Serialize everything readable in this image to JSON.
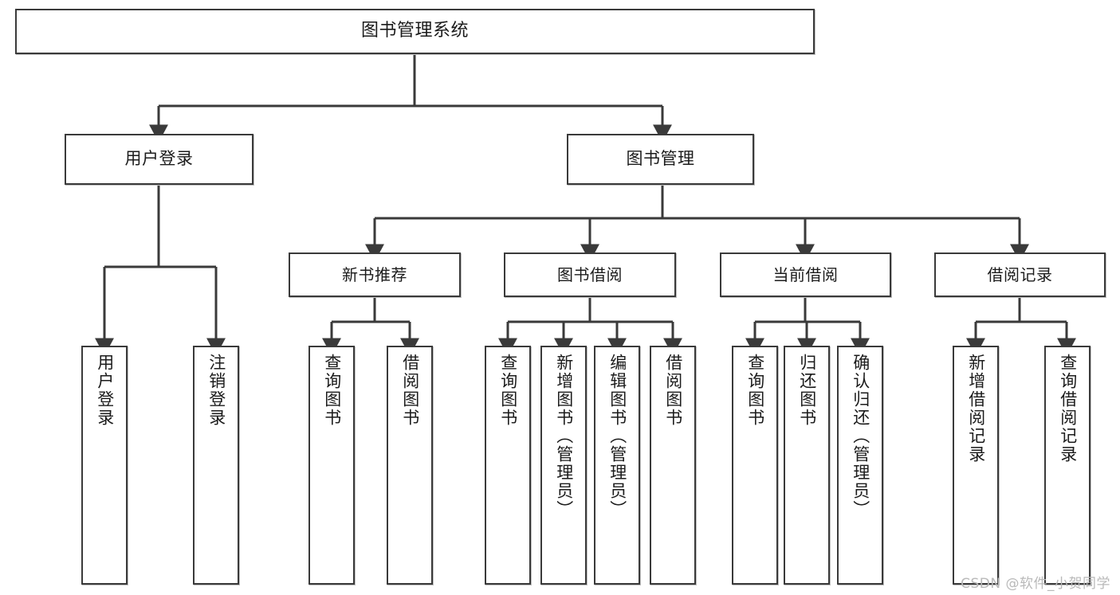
{
  "diagram": {
    "title": "图书管理系统",
    "watermark": "CSDN @软件_小贺同学",
    "stroke_color": "#3a3a3a",
    "background_color": "#ffffff",
    "text_color": "#1b1b1b",
    "root": {
      "label": "图书管理系统"
    },
    "level2": [
      {
        "label": "用户登录"
      },
      {
        "label": "图书管理"
      }
    ],
    "level3": [
      {
        "label": "新书推荐"
      },
      {
        "label": "图书借阅"
      },
      {
        "label": "当前借阅"
      },
      {
        "label": "借阅记录"
      }
    ],
    "leaves": {
      "user_login": [
        {
          "label": "用户登录"
        },
        {
          "label": "注销登录"
        }
      ],
      "new_book_recommend": [
        {
          "label": "查询图书"
        },
        {
          "label": "借阅图书"
        }
      ],
      "book_borrow": [
        {
          "label": "查询图书"
        },
        {
          "label": "新增图书（管理员）"
        },
        {
          "label": "编辑图书（管理员）"
        },
        {
          "label": "借阅图书"
        }
      ],
      "current_borrow": [
        {
          "label": "查询图书"
        },
        {
          "label": "归还图书"
        },
        {
          "label": "确认归还（管理员）"
        }
      ],
      "borrow_record": [
        {
          "label": "新增借阅记录"
        },
        {
          "label": "查询借阅记录"
        }
      ]
    }
  }
}
